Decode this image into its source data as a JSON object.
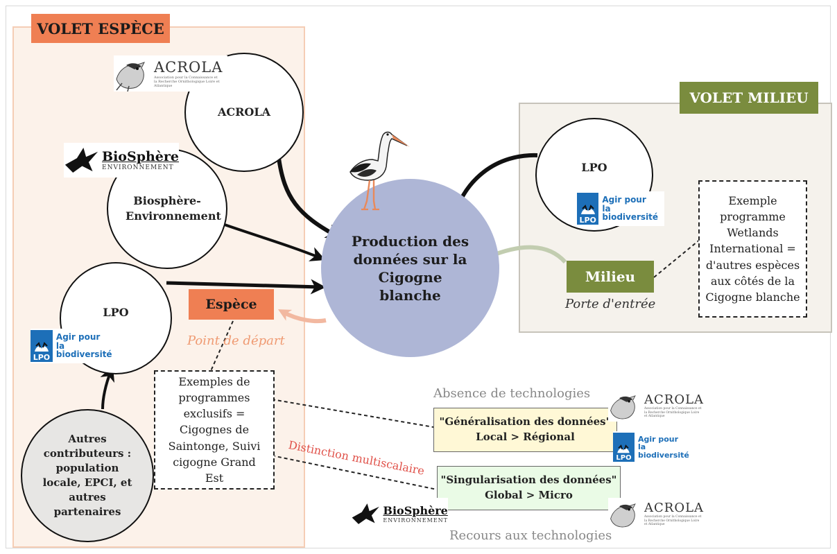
{
  "panels": {
    "species_title": "VOLET ESPÈCE",
    "milieu_title": "VOLET MILIEU"
  },
  "center": {
    "text": "Production des données sur la Cigogne blanche"
  },
  "nodes": {
    "acrola": "ACROLA",
    "biosphere": "Biosphère-Environnement",
    "lpo_left": "LPO",
    "lpo_right": "LPO",
    "autres": "Autres contributeurs : population locale, EPCI, et autres partenaires"
  },
  "entry_points": {
    "espece": "Espèce",
    "espece_caption": "Point de départ",
    "milieu": "Milieu",
    "milieu_caption": "Porte d'entrée"
  },
  "examples": {
    "species_box": "Exemples de programmes exclusifs = Cigognes de Saintonge, Suivi cigogne Grand Est",
    "milieu_box": "Exemple programme Wetlands International = d'autres espèces aux côtés de la Cigogne blanche"
  },
  "scales": {
    "distinction": "Distinction multiscalaire",
    "absence": "Absence de technologies",
    "recours": "Recours aux technologies",
    "generalisation_title": "\"Généralisation des données\"",
    "generalisation_scale": "Local > Régional",
    "singularisation_title": "\"Singularisation des données\"",
    "singularisation_scale": "Global > Micro"
  },
  "logos": {
    "acrola_name": "ACROLA",
    "acrola_sub": "Association pour la Connaissance et la Recherche Ornithologique Loire et Atlantique",
    "biosphere_name": "BioSphère",
    "biosphere_sub": "ENVIRONNEMENT",
    "lpo_mark": "LPO",
    "lpo_tagline_1": "Agir pour",
    "lpo_tagline_2": "la biodiversité"
  },
  "colors": {
    "species_accent": "#ef7f53",
    "milieu_accent": "#7a8c3e",
    "center_fill": "#aeb6d6",
    "generalisation_fill": "#fff8d6",
    "singularisation_fill": "#eafbe6",
    "distinction_text": "#e0524a",
    "caption_orange": "#ef9a72"
  }
}
